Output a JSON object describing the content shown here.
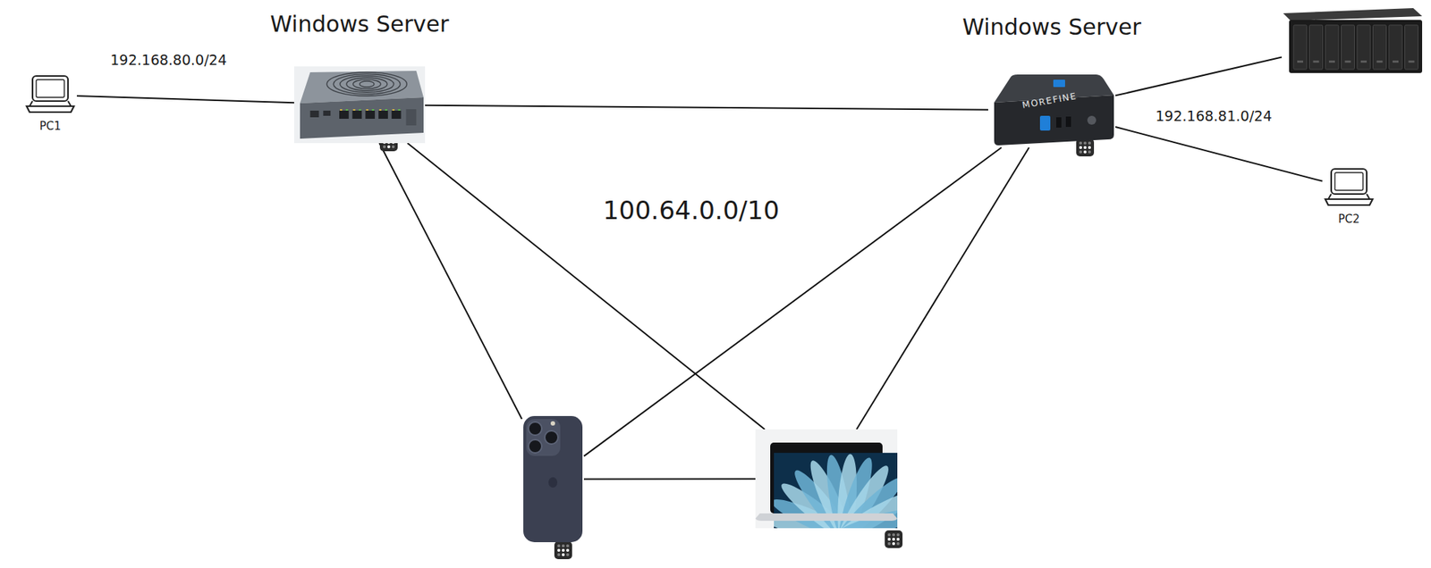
{
  "diagram": {
    "nodes": [
      {
        "text": [
          "PC1"
        ]
      },
      {
        "text": [
          "Windows Server"
        ]
      },
      {
        "text": [
          "Windows Server"
        ]
      },
      {
        "text": []
      },
      {
        "text": [
          "PC2"
        ]
      },
      {
        "text": []
      },
      {
        "text": []
      }
    ],
    "edges": [
      {
        "from": 0,
        "to": 1,
        "arrow": "none"
      },
      {
        "from": 1,
        "to": 2,
        "arrow": "none"
      },
      {
        "from": 2,
        "to": 3,
        "arrow": "none"
      },
      {
        "from": 2,
        "to": 4,
        "arrow": "none"
      },
      {
        "from": 1,
        "to": 5,
        "arrow": "none"
      },
      {
        "from": 1,
        "to": 6,
        "arrow": "none"
      },
      {
        "from": 2,
        "to": 5,
        "arrow": "none"
      },
      {
        "from": 2,
        "to": 6,
        "arrow": "none"
      },
      {
        "from": 5,
        "to": 6,
        "arrow": "none"
      }
    ],
    "labels": [
      "192.168.80.0/24",
      "100.64.0.0/10",
      "192.168.81.0/24",
      "MOREFINE"
    ]
  }
}
